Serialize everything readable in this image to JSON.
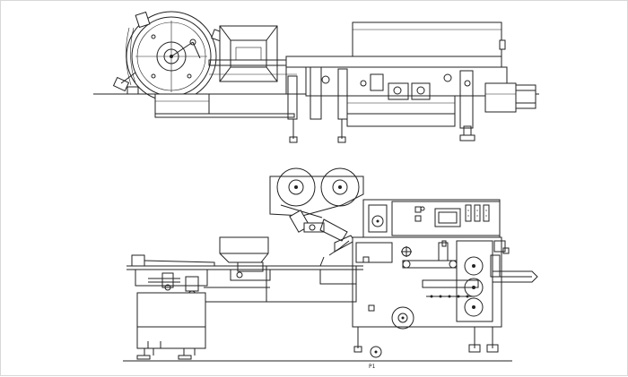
{
  "drawing": {
    "views": [
      "top-view",
      "side-view"
    ],
    "side_view_marker": "P1"
  }
}
